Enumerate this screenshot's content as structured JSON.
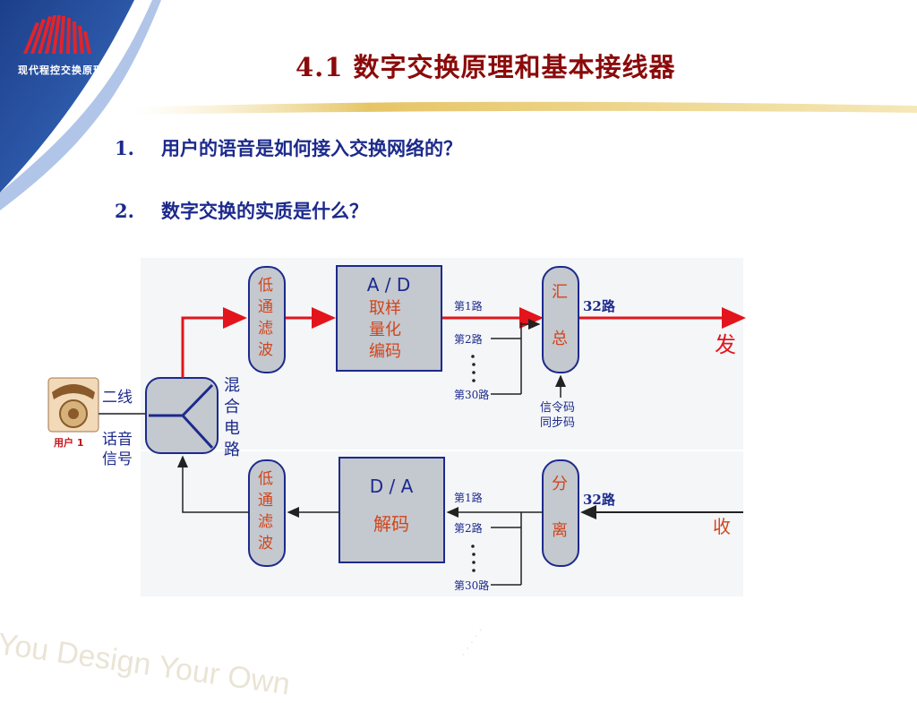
{
  "header": {
    "title": "4.1  数字交换原理和基本接线器",
    "brand": "现代程控交换原理"
  },
  "questions": [
    {
      "num": "1.",
      "text": "用户的语音是如何接入交换网络的？"
    },
    {
      "num": "2.",
      "text": "数字交换的实质是什么？"
    }
  ],
  "diagram": {
    "user_label": "用户 1",
    "two_wire": "二线",
    "voice_signal_1": "话音",
    "voice_signal_2": "信号",
    "hybrid": [
      "混",
      "合",
      "电",
      "路"
    ],
    "lpf_top": [
      "低",
      "通",
      "滤",
      "波"
    ],
    "lpf_bottom": [
      "低",
      "通",
      "滤",
      "波"
    ],
    "ad_title": "A / D",
    "ad_lines": [
      "取样",
      "量化",
      "编码"
    ],
    "da_title": "D / A",
    "da_line": "解码",
    "mux": [
      "汇",
      "总"
    ],
    "demux": [
      "分",
      "离"
    ],
    "ch1": "第1路",
    "ch2": "第2路",
    "ch30": "第30路",
    "ch1_b": "第1路",
    "ch2_b": "第2路",
    "ch30_b": "第30路",
    "total_top": "32路",
    "total_bottom": "32路",
    "sig_1": "信令码",
    "sig_2": "同步码",
    "send": "发",
    "receive": "收"
  },
  "watermark": "You Design Your Own"
}
